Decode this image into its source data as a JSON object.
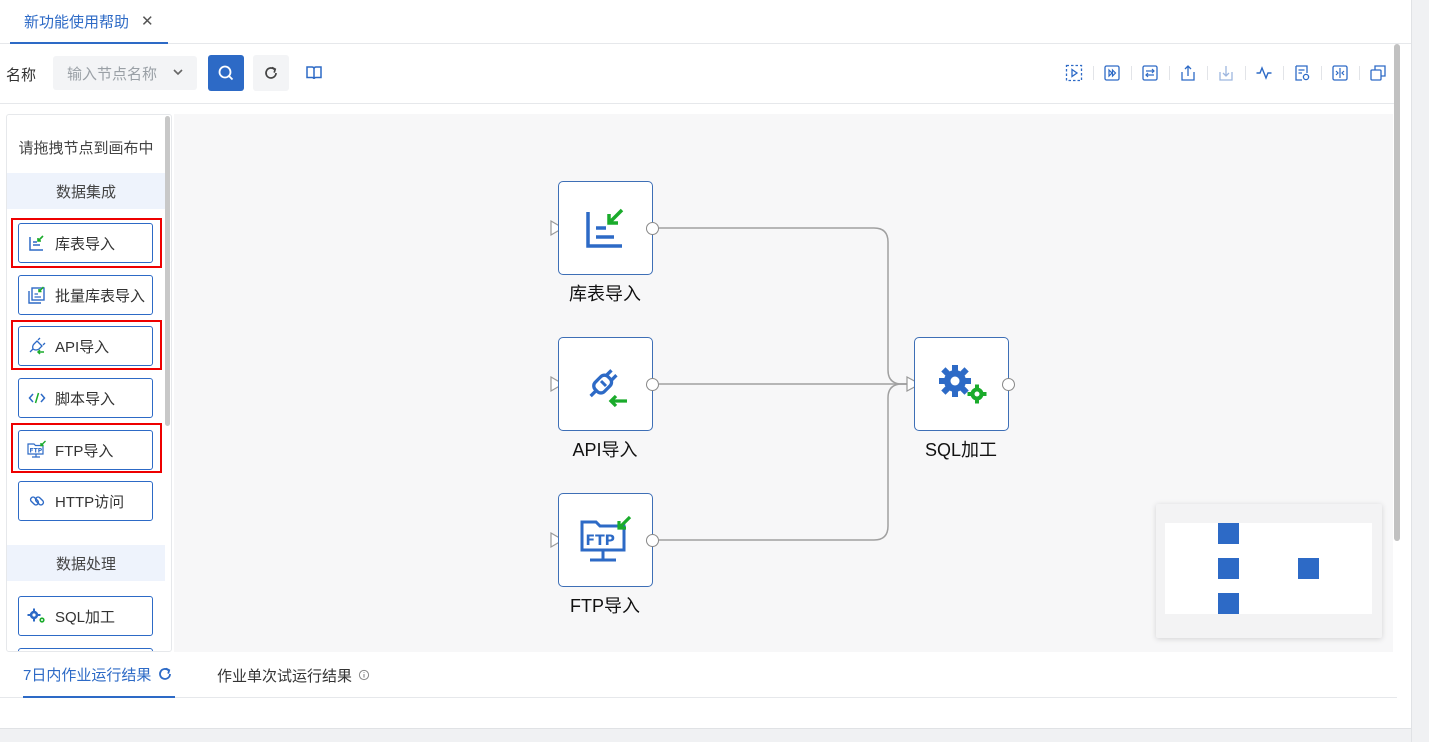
{
  "tab": {
    "title": "新功能使用帮助",
    "close": "✕"
  },
  "toolbar": {
    "name_label": "名称",
    "search_placeholder": "输入节点名称"
  },
  "palette": {
    "hint": "请拖拽节点到画布中",
    "group_integration": "数据集成",
    "group_processing": "数据处理",
    "items": {
      "table_import": "库表导入",
      "batch_import": "批量库表导入",
      "api_import": "API导入",
      "script_import": "脚本导入",
      "ftp_import": "FTP导入",
      "http_access": "HTTP访问",
      "sql_process": "SQL加工"
    }
  },
  "canvas": {
    "nodes": {
      "table_import": "库表导入",
      "api_import": "API导入",
      "ftp_import": "FTP导入",
      "sql_process": "SQL加工"
    }
  },
  "bottom_tabs": {
    "results_7d": "7日内作业运行结果",
    "single_run": "作业单次试运行结果"
  },
  "colors": {
    "primary": "#2d6ac6",
    "accent_green": "#1aab2b",
    "highlight_red": "#e00000"
  }
}
